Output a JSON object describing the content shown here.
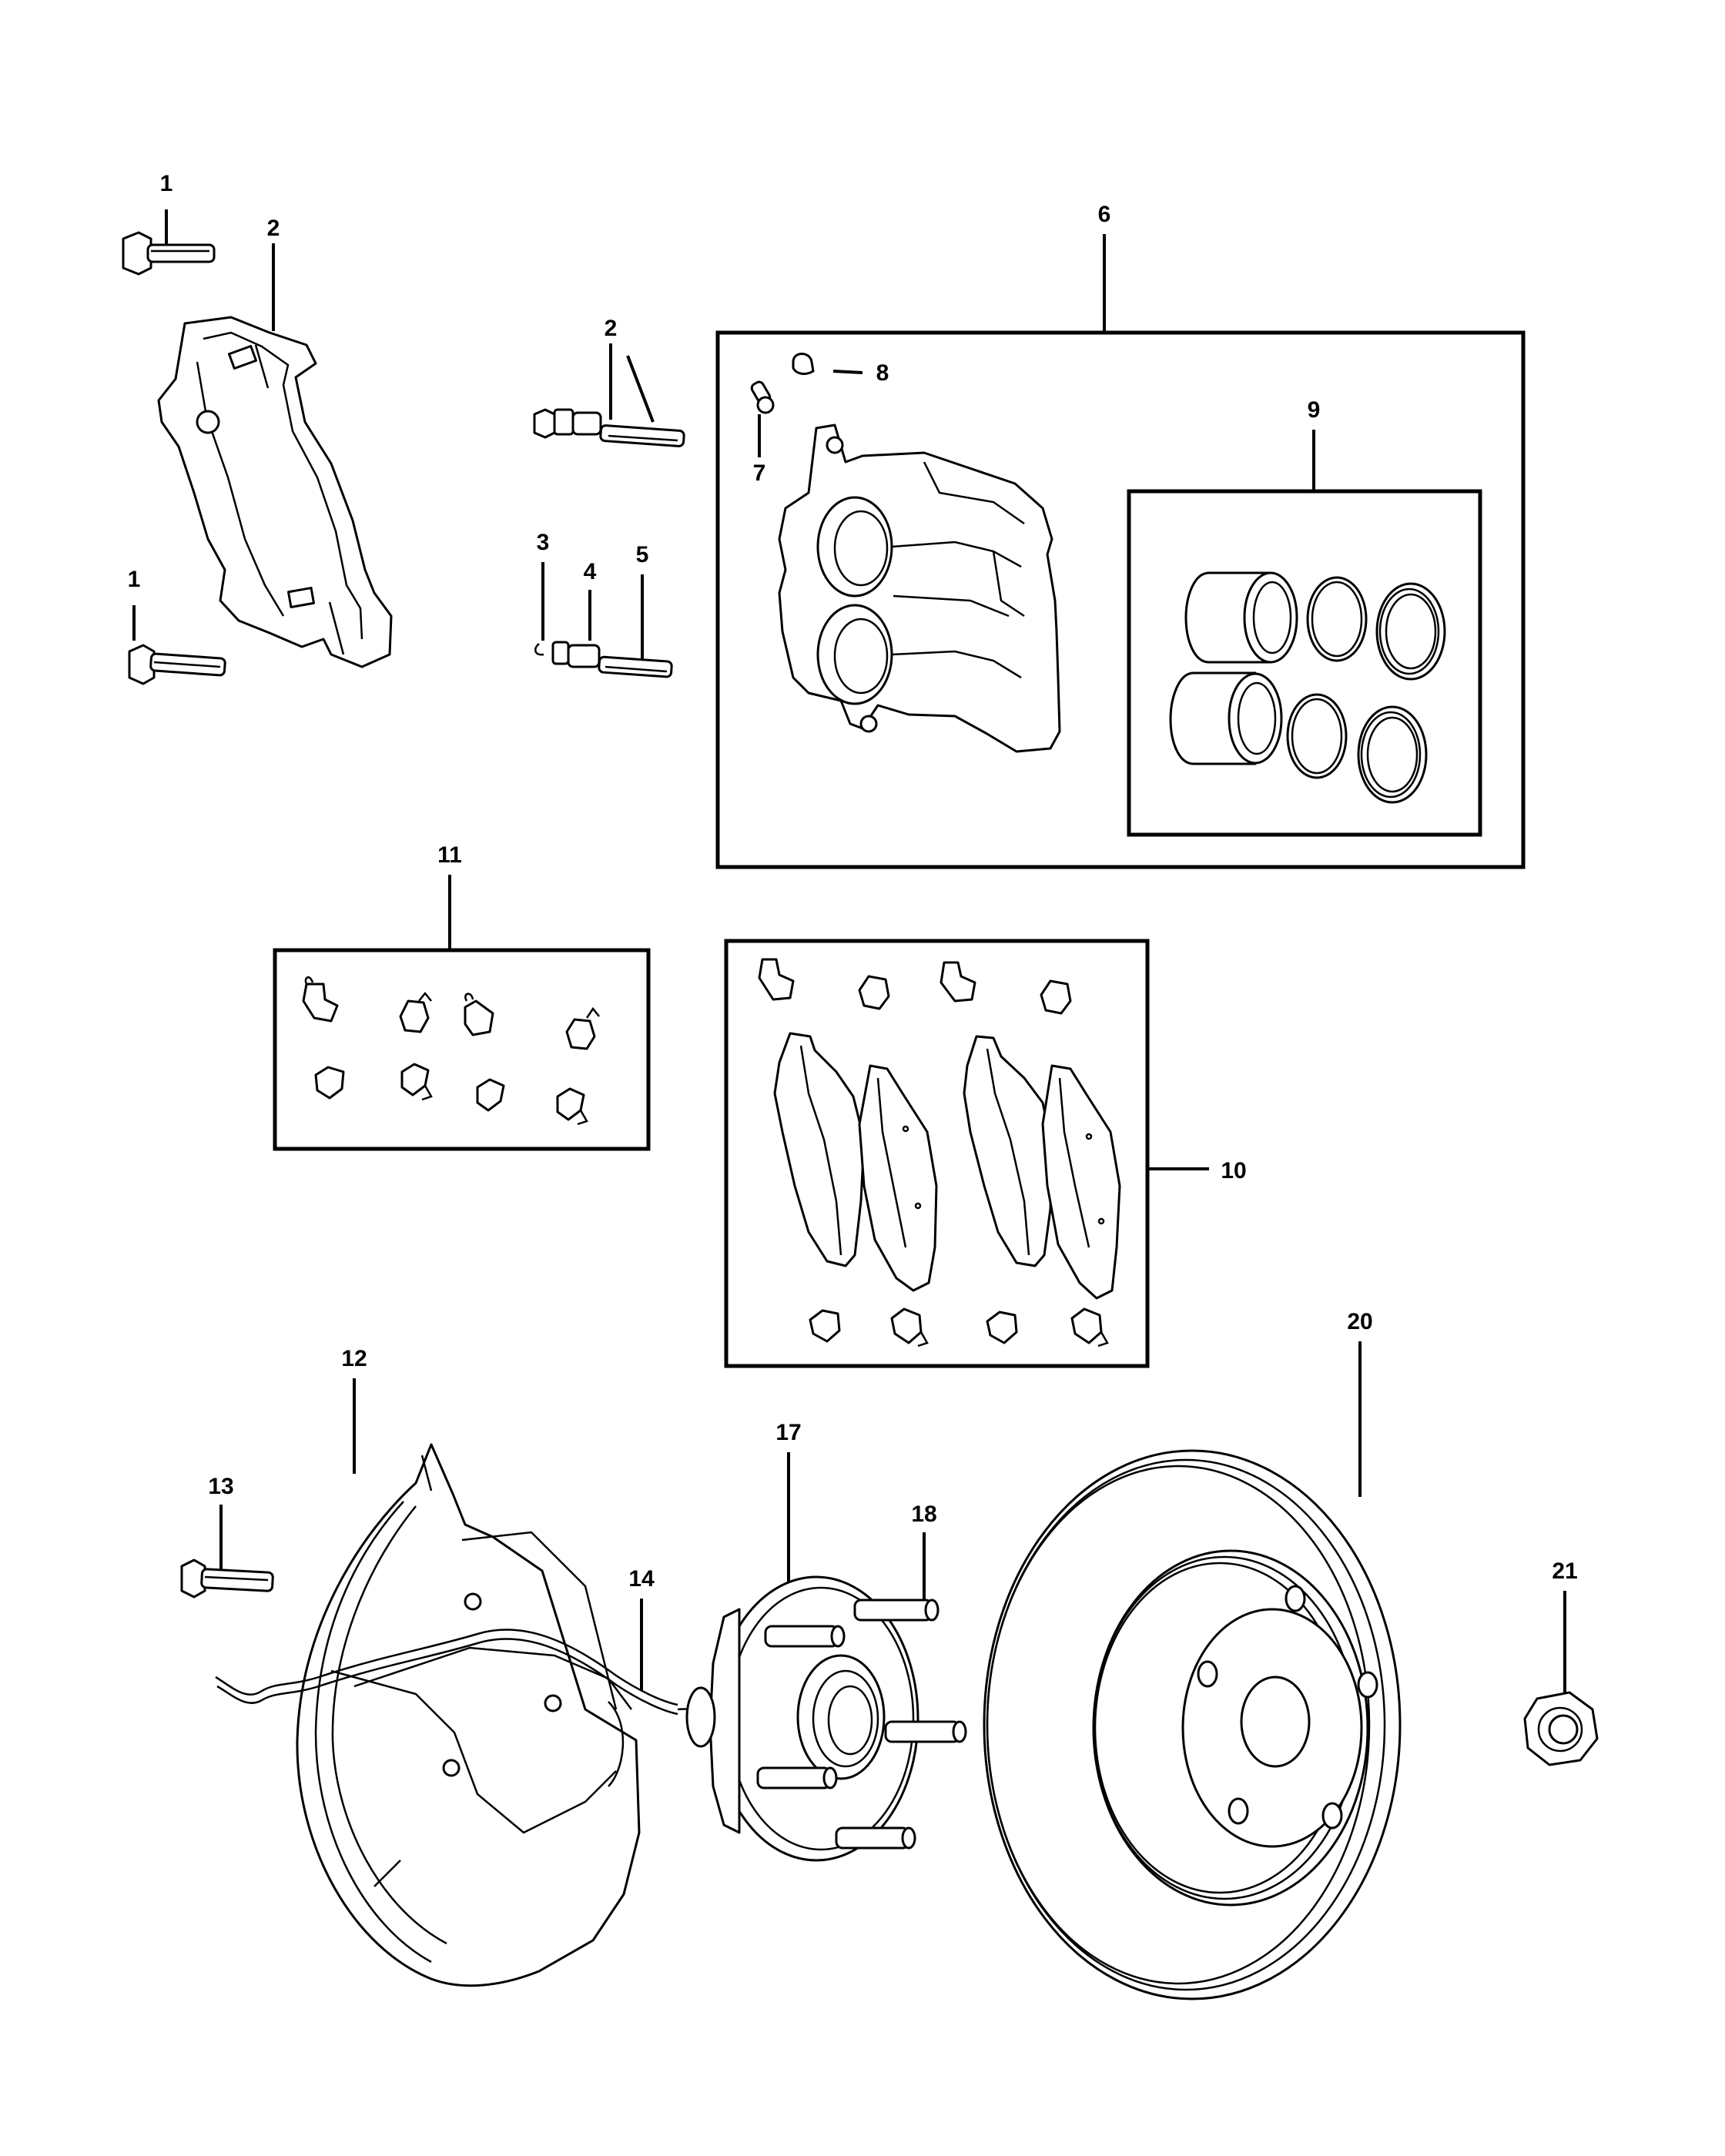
{
  "callouts": [
    {
      "id": "c1a",
      "label": "1"
    },
    {
      "id": "c1b",
      "label": "1"
    },
    {
      "id": "c2a",
      "label": "2"
    },
    {
      "id": "c2b",
      "label": "2"
    },
    {
      "id": "c3",
      "label": "3"
    },
    {
      "id": "c4",
      "label": "4"
    },
    {
      "id": "c5",
      "label": "5"
    },
    {
      "id": "c6",
      "label": "6"
    },
    {
      "id": "c7",
      "label": "7"
    },
    {
      "id": "c8",
      "label": "8"
    },
    {
      "id": "c9",
      "label": "9"
    },
    {
      "id": "c10",
      "label": "10"
    },
    {
      "id": "c11",
      "label": "11"
    },
    {
      "id": "c12",
      "label": "12"
    },
    {
      "id": "c13",
      "label": "13"
    },
    {
      "id": "c14",
      "label": "14"
    },
    {
      "id": "c17",
      "label": "17"
    },
    {
      "id": "c18",
      "label": "18"
    },
    {
      "id": "c20",
      "label": "20"
    },
    {
      "id": "c21",
      "label": "21"
    }
  ],
  "icons": [
    "bolt-icon",
    "caliper-bracket-icon",
    "guide-pin-icon",
    "caliper-icon",
    "piston-icon",
    "seal-ring-icon",
    "brake-pad-icon",
    "pad-clip-icon",
    "dust-shield-icon",
    "hub-bearing-icon",
    "wheel-stud-icon",
    "rotor-icon",
    "lug-nut-icon"
  ]
}
